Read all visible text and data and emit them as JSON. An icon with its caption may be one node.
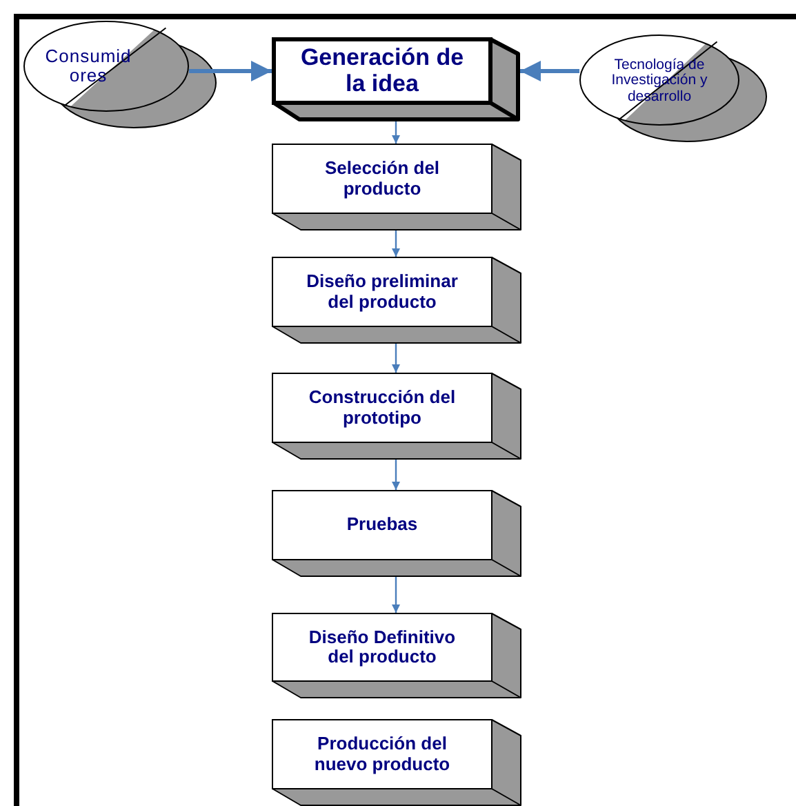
{
  "diagram": {
    "nodes": [
      {
        "text": [
          "Consumidores"
        ]
      },
      {
        "text": [
          "Generación de la idea"
        ]
      },
      {
        "text": [
          "Tecnología de Investigación y desarrollo"
        ]
      },
      {
        "text": [
          "Selección del producto"
        ]
      },
      {
        "text": [
          "Diseño preliminar del producto"
        ]
      },
      {
        "text": [
          "Construcción del prototipo"
        ]
      },
      {
        "text": [
          "Pruebas"
        ]
      },
      {
        "text": [
          "Diseño Definitivo del producto"
        ]
      },
      {
        "text": [
          "Producción del nuevo producto"
        ]
      }
    ],
    "edges": [
      {
        "from": 0,
        "to": 1,
        "arrow": "to",
        "style": "thick"
      },
      {
        "from": 2,
        "to": 1,
        "arrow": "to",
        "style": "thick"
      },
      {
        "from": 1,
        "to": 3,
        "arrow": "to"
      },
      {
        "from": 3,
        "to": 4,
        "arrow": "to"
      },
      {
        "from": 4,
        "to": 5,
        "arrow": "to"
      },
      {
        "from": 5,
        "to": 6,
        "arrow": "to"
      },
      {
        "from": 6,
        "to": 7,
        "arrow": "to"
      }
    ]
  }
}
